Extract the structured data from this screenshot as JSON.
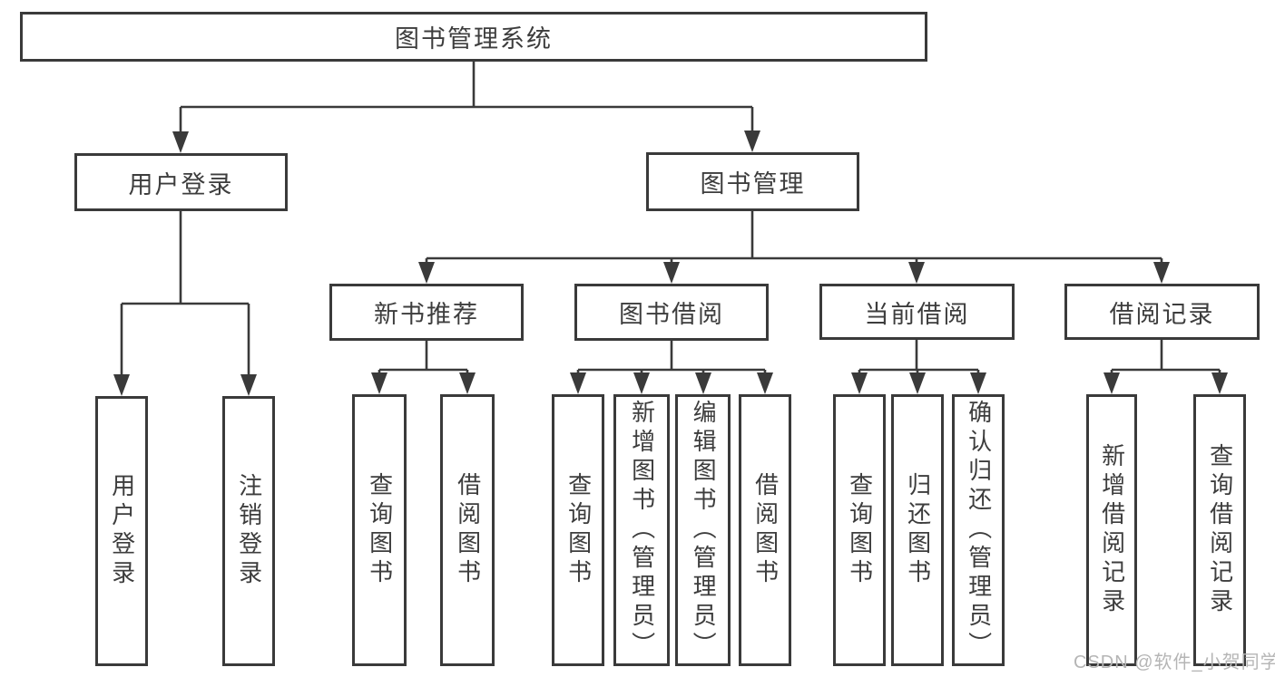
{
  "tree": {
    "root": {
      "label": "图书管理系统"
    },
    "level1": [
      {
        "label": "用户登录",
        "leaves": [
          {
            "label": "用户登录"
          },
          {
            "label": "注销登录"
          }
        ]
      },
      {
        "label": "图书管理",
        "groups": [
          {
            "label": "新书推荐",
            "leaves": [
              {
                "label": "查询图书"
              },
              {
                "label": "借阅图书"
              }
            ]
          },
          {
            "label": "图书借阅",
            "leaves": [
              {
                "label": "查询图书"
              },
              {
                "label": "新增图书（管理员）"
              },
              {
                "label": "编辑图书（管理员）"
              },
              {
                "label": "借阅图书"
              }
            ]
          },
          {
            "label": "当前借阅",
            "leaves": [
              {
                "label": "查询图书"
              },
              {
                "label": "归还图书"
              },
              {
                "label": "确认归还（管理员）"
              }
            ]
          },
          {
            "label": "借阅记录",
            "leaves": [
              {
                "label": "新增借阅记录"
              },
              {
                "label": "查询借阅记录"
              }
            ]
          }
        ]
      }
    ]
  },
  "watermark": "CSDN @软件_小贺同学",
  "colors": {
    "line": "#3a3a3a",
    "text": "#3d3d3d",
    "watermark": "#b5b5b5",
    "background": "#ffffff"
  }
}
